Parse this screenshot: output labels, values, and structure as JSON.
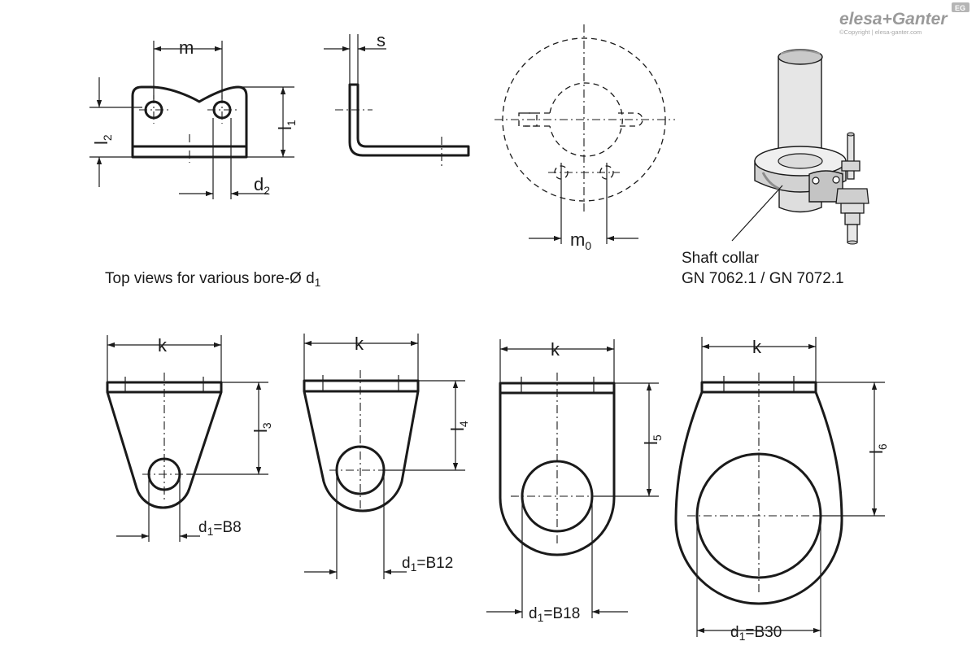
{
  "brand": {
    "logo": "elesa+Ganter",
    "copyright": "©Copyright | elesa-ganter.com",
    "badge": "EG"
  },
  "dimensions": {
    "m": "m",
    "s": "s",
    "l1": "l",
    "l1_sub": "1",
    "l2": "l",
    "l2_sub": "2",
    "d2": "d",
    "d2_sub": "2",
    "m0": "m",
    "m0_sub": "0",
    "k": "k",
    "l3": "l",
    "l3_sub": "3",
    "l4": "l",
    "l4_sub": "4",
    "l5": "l",
    "l5_sub": "5",
    "l6": "l",
    "l6_sub": "6",
    "d1": "d",
    "d1_sub": "1",
    "b8": "=B8",
    "b12": "=B12",
    "b18": "=B18",
    "b30": "=B30"
  },
  "captions": {
    "top_views": "Top views for various bore-Ø d",
    "top_views_sub": "1",
    "shaft_collar_line1": "Shaft collar",
    "shaft_collar_line2": "GN 7062.1 / GN 7072.1"
  }
}
